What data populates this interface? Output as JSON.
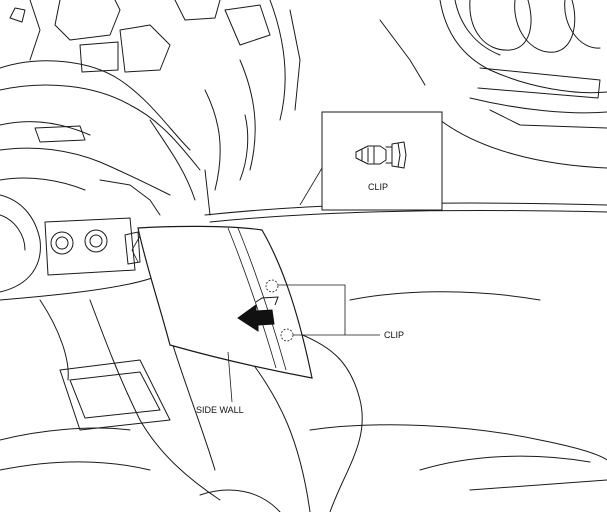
{
  "labels": {
    "inset_clip": "CLIP",
    "clip": "CLIP",
    "side_wall": "SIDE WALL"
  },
  "colors": {
    "line": "#1a1a1a",
    "background": "#ffffff",
    "arrow": "#111111"
  }
}
